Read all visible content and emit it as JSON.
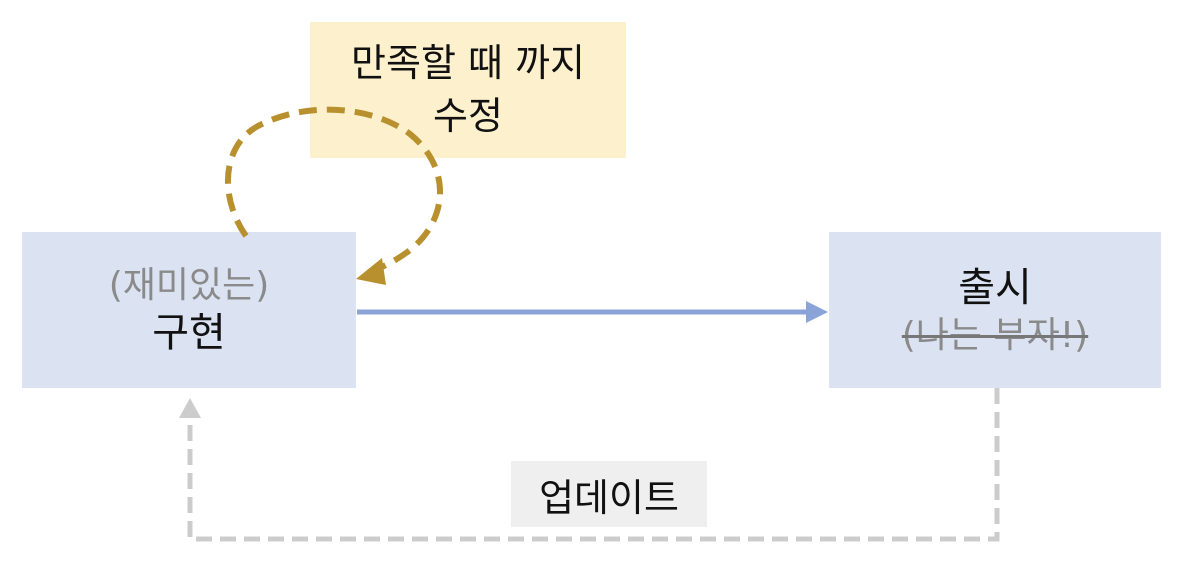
{
  "implementation": {
    "sub_label": "(재미있는)",
    "label": "구현"
  },
  "release": {
    "label": "출시",
    "strike_label": "(나는 부자!)"
  },
  "loop_note": {
    "line1": "만족할 때 까지",
    "line2": "수정"
  },
  "update": {
    "label": "업데이트"
  },
  "colors": {
    "box": "#dbe3f3",
    "loop_arrow": "#b8902e",
    "main_arrow": "#8aa3d8",
    "update_arrow": "#cccccc",
    "note_bg": "#fdf1cd"
  }
}
